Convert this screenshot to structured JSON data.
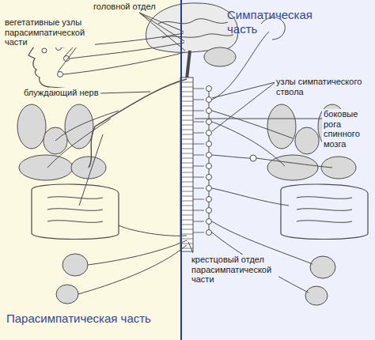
{
  "diagram": {
    "nodes": [
      {
        "text": [
          "Парасимпатическая часть"
        ]
      },
      {
        "text": [
          "Симпатическая часть"
        ]
      }
    ],
    "labels": [
      "головной отдел",
      "вегетативные узлы парасимпатической части",
      "блуждающий нерв",
      "узлы симпатического ствола",
      "боковые рога спинного мозга",
      "крестцовый отдел парасимпатической части"
    ]
  }
}
